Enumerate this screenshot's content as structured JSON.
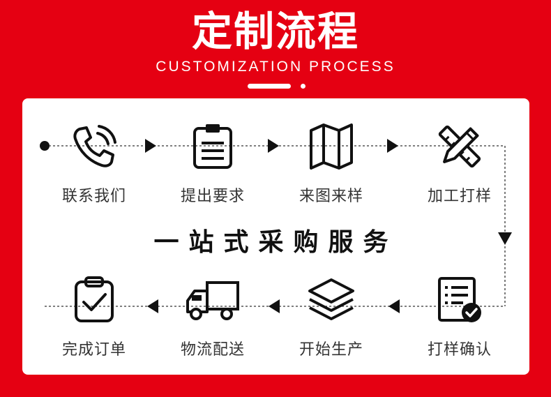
{
  "header": {
    "title": "定制流程",
    "subtitle": "CUSTOMIZATION PROCESS"
  },
  "slogan": "一站式采购服务",
  "steps": [
    {
      "label": "联系我们",
      "icon": "phone-icon"
    },
    {
      "label": "提出要求",
      "icon": "clipboard-icon"
    },
    {
      "label": "来图来样",
      "icon": "map-icon"
    },
    {
      "label": "加工打样",
      "icon": "pencil-ruler-icon"
    },
    {
      "label": "打样确认",
      "icon": "checklist-icon"
    },
    {
      "label": "开始生产",
      "icon": "layers-icon"
    },
    {
      "label": "物流配送",
      "icon": "truck-icon"
    },
    {
      "label": "完成订单",
      "icon": "clipboard-check-icon"
    }
  ],
  "colors": {
    "background": "#e50012",
    "card": "#ffffff",
    "text": "#333333"
  }
}
